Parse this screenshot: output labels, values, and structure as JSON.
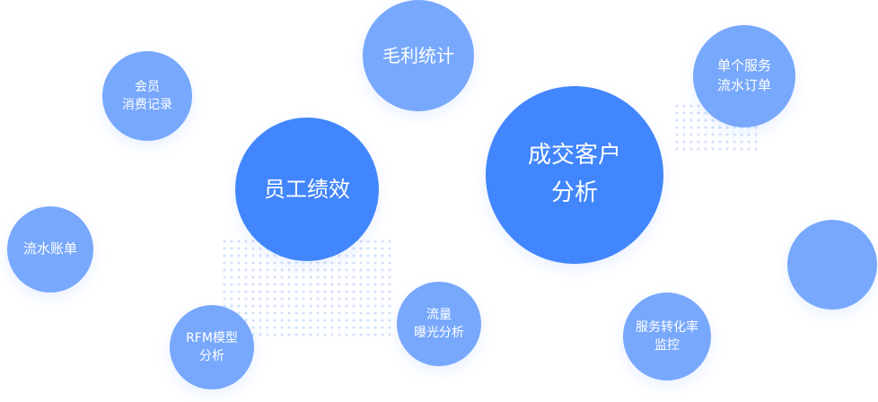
{
  "bubbles": {
    "gross_profit": {
      "lines": [
        "毛利统计"
      ]
    },
    "member": {
      "lines": [
        "会员",
        "消费记录"
      ]
    },
    "staff": {
      "lines": [
        "员工绩效"
      ]
    },
    "deal": {
      "lines": [
        "成交客户",
        "分析"
      ]
    },
    "single_service": {
      "lines": [
        "单个服务",
        "流水订单"
      ]
    },
    "ledger": {
      "lines": [
        "流水账单"
      ]
    },
    "rfm": {
      "lines": [
        "RFM模型",
        "分析"
      ]
    },
    "traffic": {
      "lines": [
        "流量",
        "曝光分析"
      ]
    },
    "conversion": {
      "lines": [
        "服务转化率",
        "监控"
      ]
    }
  },
  "colors": {
    "primary": "#4286fd",
    "secondary": "#78a8fc",
    "dots": "#d3e2fb"
  }
}
